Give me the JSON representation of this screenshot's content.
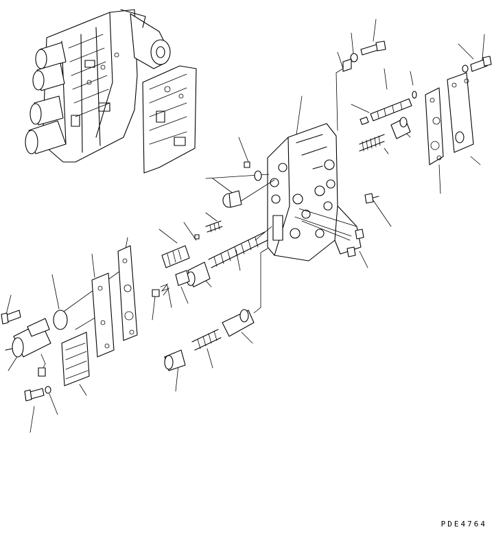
{
  "drawing_code": "PDE4764",
  "figure": {
    "description_icons": [
      "valve-body-assembly",
      "separator-plate",
      "spool",
      "spring",
      "bolt",
      "washer",
      "plug",
      "solenoid",
      "cover",
      "gasket",
      "filter-screen",
      "o-ring"
    ]
  }
}
